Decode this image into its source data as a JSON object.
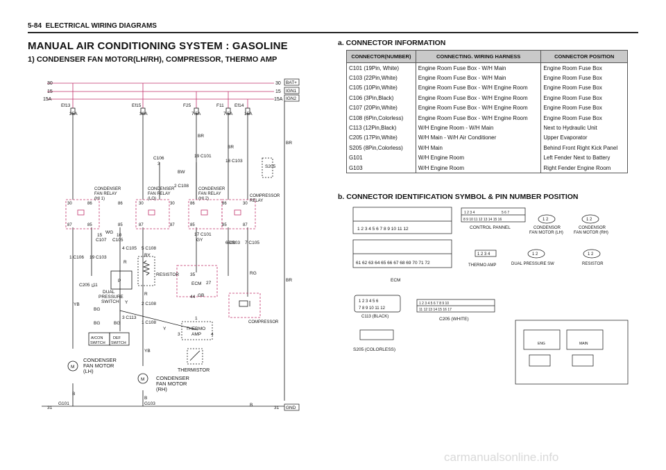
{
  "header": {
    "page": "5-84",
    "section": "ELECTRICAL WIRING DIAGRAMS"
  },
  "title": "MANUAL AIR CONDITIONING SYSTEM : GASOLINE",
  "subtitle": "1)  CONDENSER FAN MOTOR(LH/RH), COMPRESSOR, THERMO AMP",
  "connector_info": {
    "heading": "a.  CONNECTOR INFORMATION",
    "columns": [
      "CONNECTOR(NUMBER)",
      "CONNECTING. WIRING HARNESS",
      "CONNECTOR POSITION"
    ],
    "rows": [
      [
        "C101 (19Pin, White)",
        "Engine Room Fuse Box - W/H Main",
        "Engine Room Fuse Box"
      ],
      [
        "C103 (22Pin,White)",
        "Engine Room Fuse Box - W/H Main",
        "Engine Room Fuse Box"
      ],
      [
        "C105 (10Pin,White)",
        "Engine Room Fuse Box - W/H Engine Room",
        "Engine Room Fuse Box"
      ],
      [
        "C106 (3Pin,Black)",
        "Engine Room Fuse Box - W/H Engine Room",
        "Engine Room Fuse Box"
      ],
      [
        "C107 (20Pin,White)",
        "Engine Room Fuse Box - W/H Engine Room",
        "Engine Room Fuse Box"
      ],
      [
        "C108 (6Pin,Colorless)",
        "Engine Room Fuse Box - W/H Engine Room",
        "Engine Room Fuse Box"
      ],
      [
        "C113 (12Pin,Black)",
        "W/H Engine Room - W/H Main",
        "Next to Hydraulic Unit"
      ],
      [
        "C205 (17Pin,White)",
        "W/H Main - W/H Air Conditioner",
        "Upper Evaporator"
      ],
      [
        "S205 (8Pin,Colorless)",
        "W/H Main",
        "Behind Front Right Kick Panel"
      ],
      [
        "G101",
        "W/H Engine Room",
        "Left Fender Next to Battery"
      ],
      [
        "G103",
        "W/H Engine Room",
        "Right Fender Engine Room"
      ]
    ]
  },
  "connector_id": {
    "heading": "b.  CONNECTOR IDENTIFICATION SYMBOL & PIN NUMBER POSITION",
    "labels": {
      "control_panel": "CONTROL  PANNEL",
      "cond_lh": "CONDENSOR",
      "cond_lh2": "FAN MOTOR (LH)",
      "cond_rh": "CONDENSOR",
      "cond_rh2": "FAN MOTOR (RH)",
      "thermo": "THERMO AMP",
      "dual": "DUAL  PRESSURE  SW",
      "resistor": "RESISTOR",
      "ecm": "ECM",
      "c113": "C113  (BLACK)",
      "c205": "C205  (WHITE)",
      "s205": "S205  (COLORLESS)"
    },
    "fuse_box": {
      "eng": "ENG",
      "main": "MAIN"
    }
  },
  "diagram": {
    "rails": [
      {
        "left": "30",
        "right": "30",
        "tag": "BAT+"
      },
      {
        "left": "15",
        "right": "15",
        "tag": "IGN1"
      },
      {
        "left": "15A",
        "right": "15A",
        "tag": "IGN2"
      }
    ],
    "ground": {
      "left": "31",
      "right": "31",
      "tag": "GND"
    },
    "fuses": [
      {
        "name": "Ef13",
        "rating": "25A"
      },
      {
        "name": "Ef15",
        "rating": "30A"
      },
      {
        "name": "F25",
        "rating": "7.5A"
      },
      {
        "name": "F11",
        "rating": "7.5A"
      },
      {
        "name": "Ef14",
        "rating": "15A"
      }
    ],
    "relays": [
      {
        "l1": "CONDENSER",
        "l2": "FAN RELAY",
        "l3": "(HI 1)"
      },
      {
        "l1": "CONDENSER",
        "l2": "FAN RELAY",
        "l3": "(LO)"
      },
      {
        "l1": "CONDENSER",
        "l2": "FAN RELAY",
        "l3": "(HI 2)"
      },
      {
        "l1": "COMPRESSOR",
        "l2": "RELAY",
        "l3": ""
      }
    ],
    "components": {
      "resistor": "RESISTOR",
      "dual1": "DUAL",
      "dual2": "PRESSURE",
      "dual3": "SWITCH",
      "acon1": "A/CON",
      "acon2": "SWITCH",
      "def1": "DEF",
      "def2": "SWITCH",
      "ecm": "ECM",
      "thermo1": "THERMO",
      "thermo2": "AMP",
      "thermistor": "THERMISTOR",
      "compressor": "COMPRESSOR",
      "motor_lh1": "CONDENSER",
      "motor_lh2": "FAN MOTOR",
      "motor_lh3": "(LH)",
      "motor_rh1": "CONDENSER",
      "motor_rh2": "FAN MOTOR",
      "motor_rh3": "(RH)",
      "s205": "S205",
      "g101": "G101",
      "g103": "G103",
      "motor": "M"
    }
  },
  "watermark": "carmanualsonline.info"
}
